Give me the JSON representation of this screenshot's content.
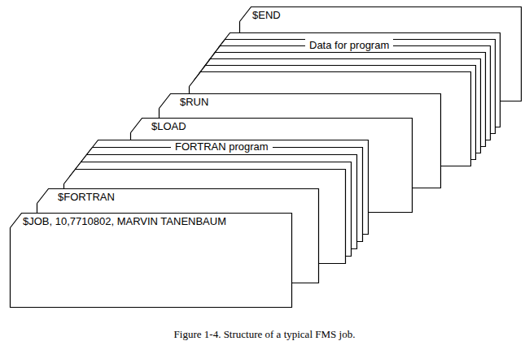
{
  "diagram": {
    "caption": "Figure 1-4. Structure of a typical FMS job.",
    "nodes": [
      {
        "text": [
          "$JOB, 10,7710802, MARVIN TANENBAUM"
        ]
      },
      {
        "text": [
          "$FORTRAN"
        ]
      },
      {
        "text": [
          "FORTRAN program"
        ]
      },
      {
        "text": [
          "$LOAD"
        ]
      },
      {
        "text": [
          "$RUN"
        ]
      },
      {
        "text": [
          "Data for program"
        ]
      },
      {
        "text": [
          "$END"
        ]
      }
    ]
  }
}
